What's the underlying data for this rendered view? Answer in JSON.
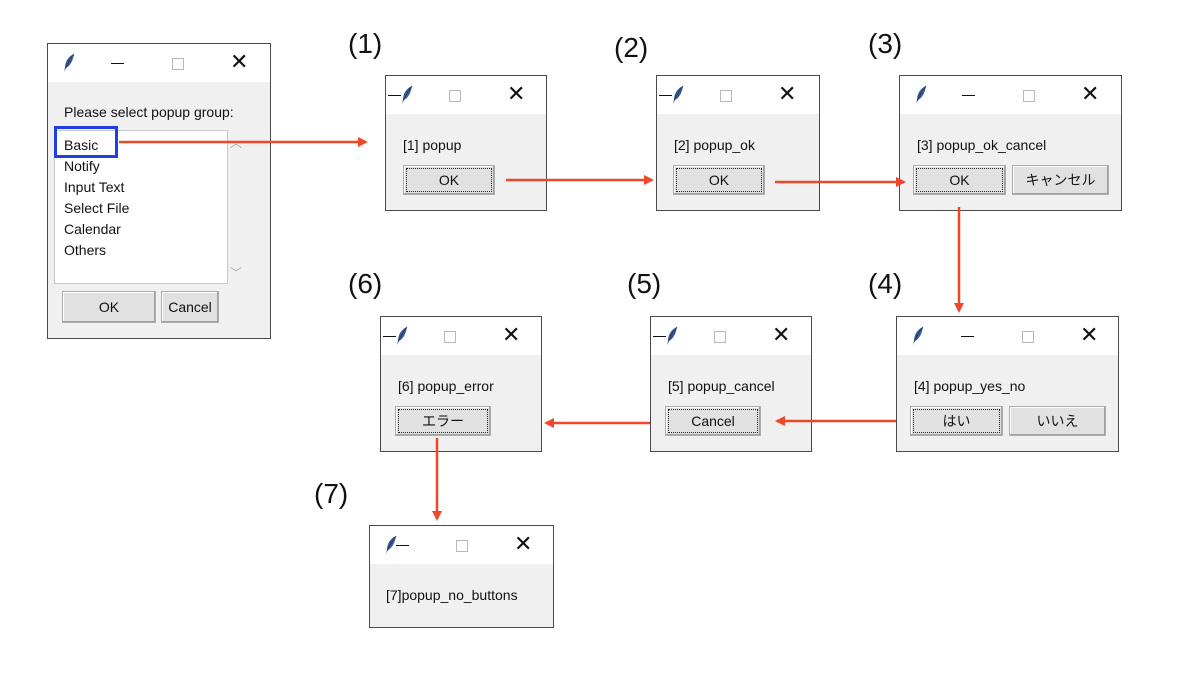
{
  "selector": {
    "prompt": "Please select popup group:",
    "items": [
      "Basic",
      "Notify",
      "Input Text",
      "Select File",
      "Calendar",
      "Others"
    ],
    "ok_label": "OK",
    "cancel_label": "Cancel"
  },
  "steps": [
    {
      "number": "(1)",
      "text": "[1] popup",
      "buttons": [
        "OK"
      ]
    },
    {
      "number": "(2)",
      "text": "[2] popup_ok",
      "buttons": [
        "OK"
      ]
    },
    {
      "number": "(3)",
      "text": "[3] popup_ok_cancel",
      "buttons": [
        "OK",
        "キャンセル"
      ]
    },
    {
      "number": "(4)",
      "text": "[4] popup_yes_no",
      "buttons": [
        "はい",
        "いいえ"
      ]
    },
    {
      "number": "(5)",
      "text": "[5] popup_cancel",
      "buttons": [
        "Cancel"
      ]
    },
    {
      "number": "(6)",
      "text": "[6] popup_error",
      "buttons": [
        "エラー"
      ]
    },
    {
      "number": "(7)",
      "text": "[7]popup_no_buttons",
      "buttons": []
    }
  ],
  "colors": {
    "arrow": "#f0462a",
    "highlight": "#1f3fe0",
    "window_bg": "#f0f0f0",
    "titlebar_bg": "#ffffff"
  },
  "icons": {
    "app": "feather-icon",
    "minimize": "minimize-icon",
    "maximize": "maximize-icon",
    "close": "close-icon"
  }
}
